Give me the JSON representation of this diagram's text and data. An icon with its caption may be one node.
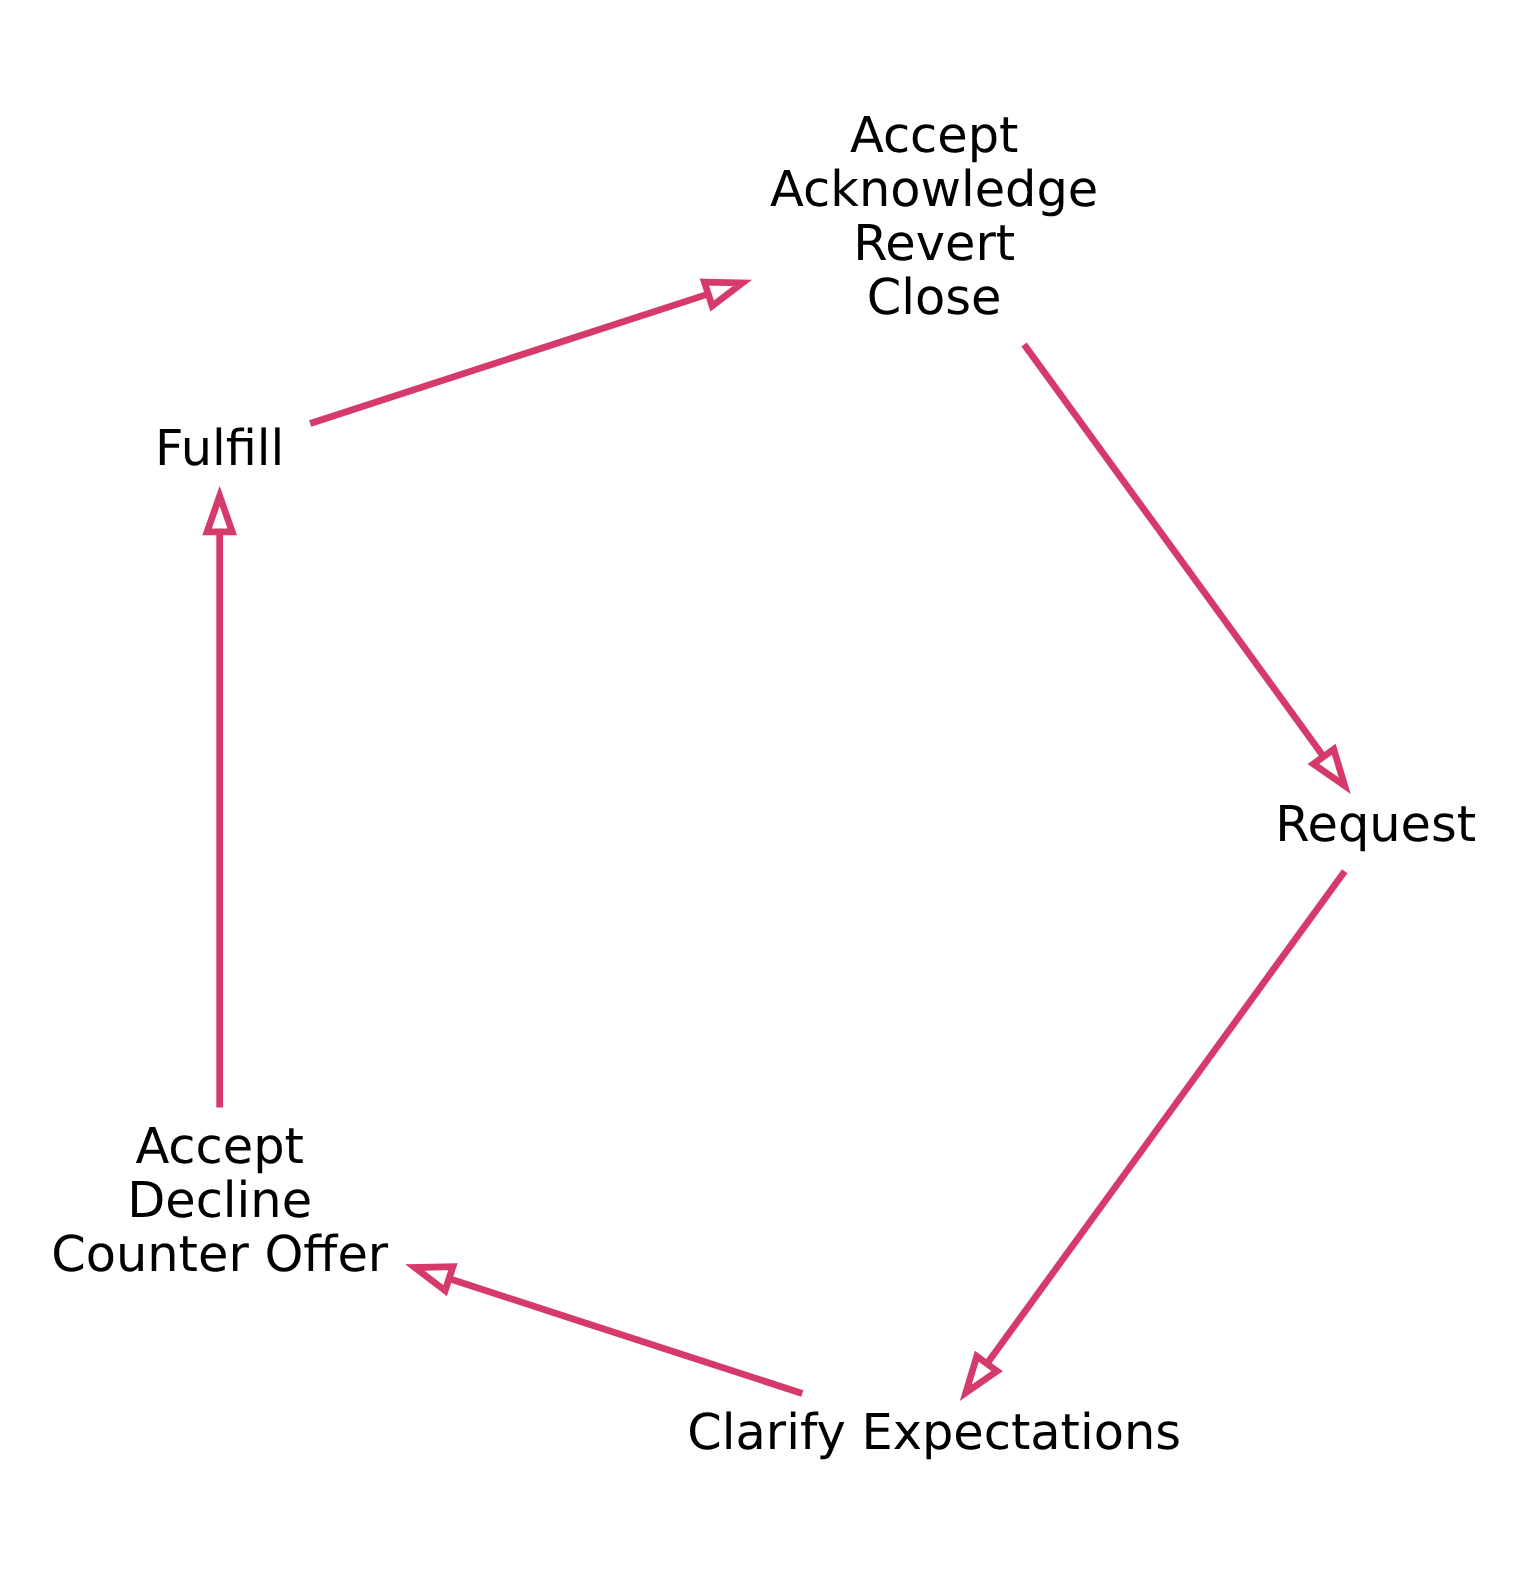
{
  "diagram": {
    "nodes": [
      {
        "text": [
          "Clarify Expectations"
        ]
      },
      {
        "text": [
          "Accept",
          "Decline",
          "Counter Offer"
        ]
      },
      {
        "text": [
          "Fulfill"
        ]
      },
      {
        "text": [
          "Accept",
          "Acknowledge",
          "Revert",
          "Close"
        ]
      },
      {
        "text": [
          "Request"
        ]
      }
    ],
    "edges": [
      {
        "from": 0,
        "to": 1,
        "arrow": "to"
      },
      {
        "from": 1,
        "to": 2,
        "arrow": "to"
      },
      {
        "from": 2,
        "to": 3,
        "arrow": "to"
      },
      {
        "from": 3,
        "to": 4,
        "arrow": "to"
      },
      {
        "from": 4,
        "to": 0,
        "arrow": "to"
      }
    ]
  }
}
